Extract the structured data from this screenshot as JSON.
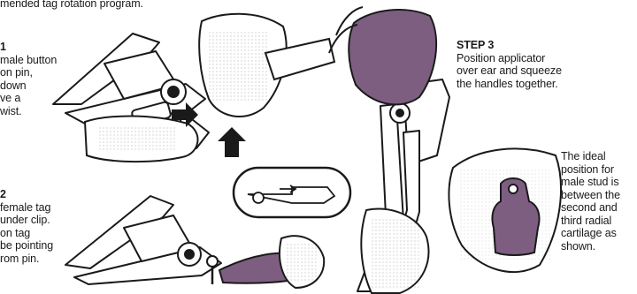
{
  "intro": {
    "tail": "mended tag rotation program."
  },
  "step1": {
    "heading": "1",
    "lines": [
      "male button",
      "on pin,",
      "down",
      "ve a",
      "wist."
    ]
  },
  "step2": {
    "heading": "2",
    "lines": [
      "female tag",
      "under clip.",
      "on tag",
      "be pointing",
      "rom pin."
    ]
  },
  "step3": {
    "heading": "STEP 3",
    "lines": [
      "Position applicator",
      "over ear and squeeze",
      "the handles together."
    ]
  },
  "ideal_note": {
    "lines": [
      "The ideal",
      "position for",
      "male stud is",
      "between the",
      "second and",
      "third radial",
      "cartilage as",
      "shown."
    ]
  },
  "colors": {
    "tag_purple": "#7d5e80",
    "ink": "#1a1a1a",
    "background": "#ffffff"
  },
  "icons": [
    "tag-applicator-icon",
    "gloved-hand-icon",
    "ear-tag-icon",
    "up-arrow-icon",
    "magnifier-inset-icon"
  ]
}
